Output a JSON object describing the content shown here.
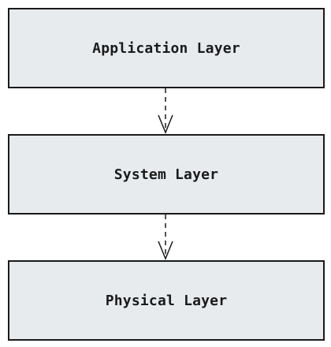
{
  "diagram": {
    "layers": [
      {
        "label": "Application Layer"
      },
      {
        "label": "System Layer"
      },
      {
        "label": "Physical Layer"
      }
    ],
    "colors": {
      "box_fill": "#e8ebee",
      "box_border": "#1a1a1a",
      "arrow": "#1a1a1a"
    }
  }
}
